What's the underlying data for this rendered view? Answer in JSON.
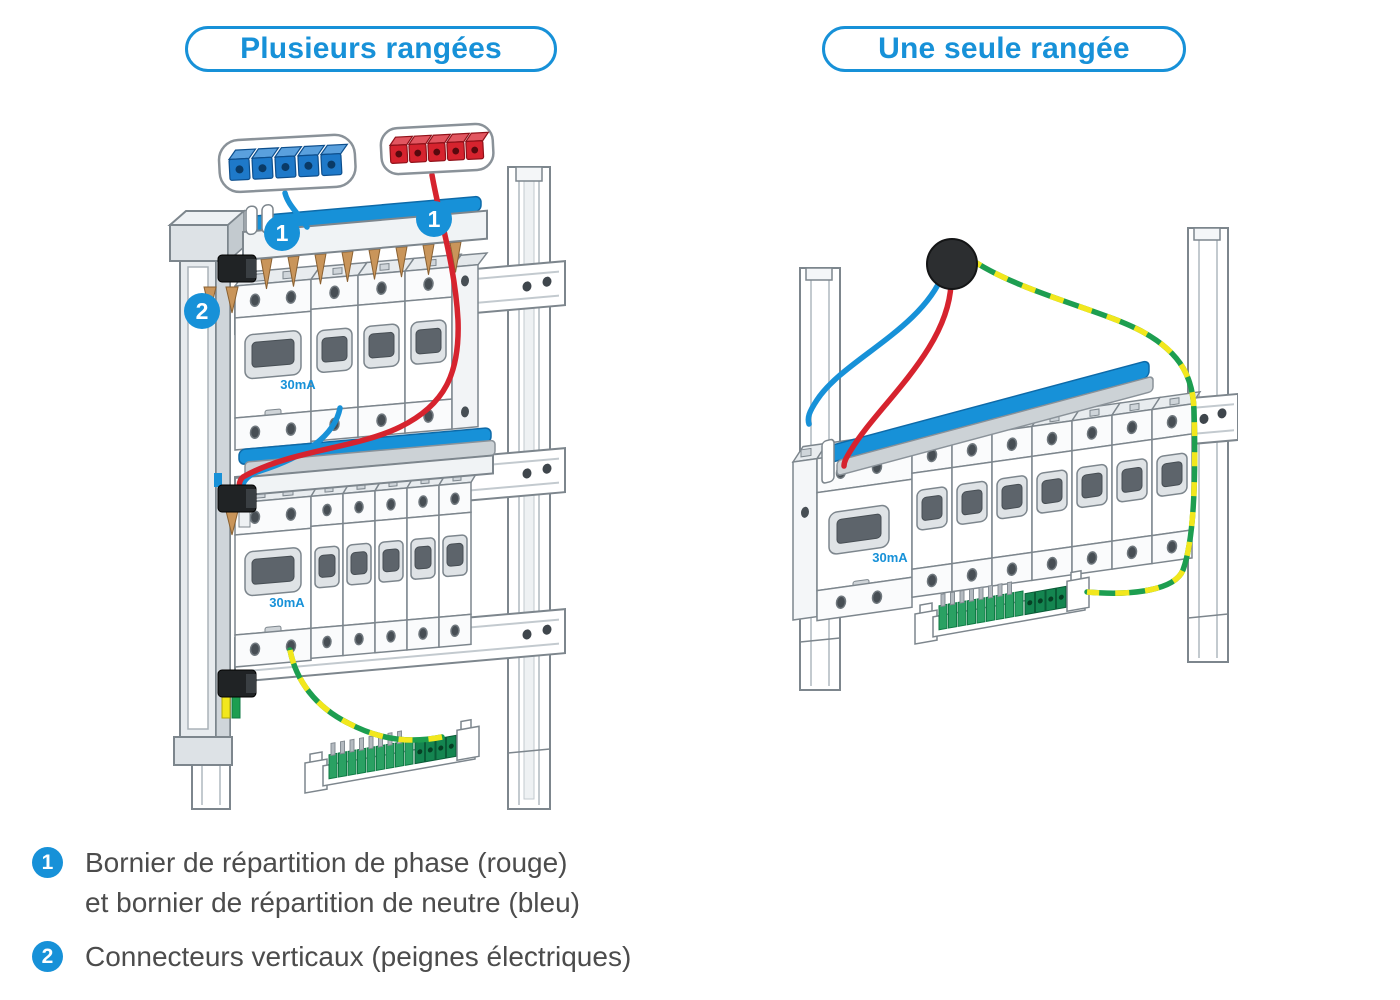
{
  "colors": {
    "accent_blue": "#1791d8",
    "wire_red": "#d6232e",
    "earth_green": "#1d9e50",
    "earth_yellow": "#f2e71d",
    "text_gray": "#4c4c4c"
  },
  "titles": {
    "left": "Plusieurs rangées",
    "right": "Une seule rangée"
  },
  "left_panel": {
    "badges": {
      "neutral_busbar": "1",
      "phase_block": "1",
      "vertical_comb": "2"
    },
    "rcd_ratings": {
      "row1": "30mA",
      "row2": "30mA"
    }
  },
  "right_panel": {
    "rcd_rating": "30mA"
  },
  "legend": {
    "items": [
      {
        "number": "1",
        "lines": [
          "Bornier de répartition de phase (rouge)",
          "et bornier de répartition de neutre (bleu)"
        ]
      },
      {
        "number": "2",
        "lines": [
          "Connecteurs verticaux (peignes électriques)"
        ]
      }
    ]
  }
}
